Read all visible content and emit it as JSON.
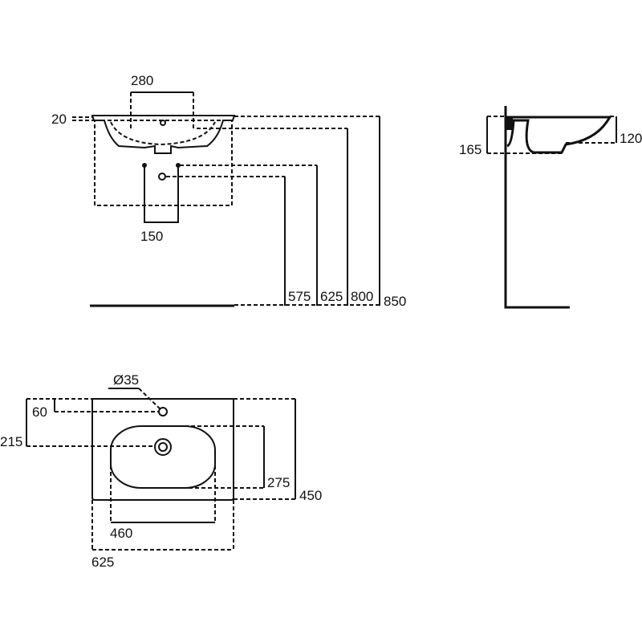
{
  "front_view": {
    "dims": {
      "tap_spacing": "280",
      "rim_thickness": "20",
      "bracket_spacing": "150",
      "waste_height": "575",
      "bracket_height": "625",
      "bowl_height": "800",
      "rim_height": "850"
    }
  },
  "side_view": {
    "dims": {
      "total_depth": "165",
      "bowl_depth": "120"
    }
  },
  "plan_view": {
    "dims": {
      "tap_hole_diameter": "Ø35",
      "tap_hole_offset": "60",
      "waste_offset": "215",
      "bowl_depth": "275",
      "overall_depth": "450",
      "bowl_width": "460",
      "overall_width": "625"
    }
  },
  "colors": {
    "line": "#111111",
    "background": "#ffffff"
  }
}
